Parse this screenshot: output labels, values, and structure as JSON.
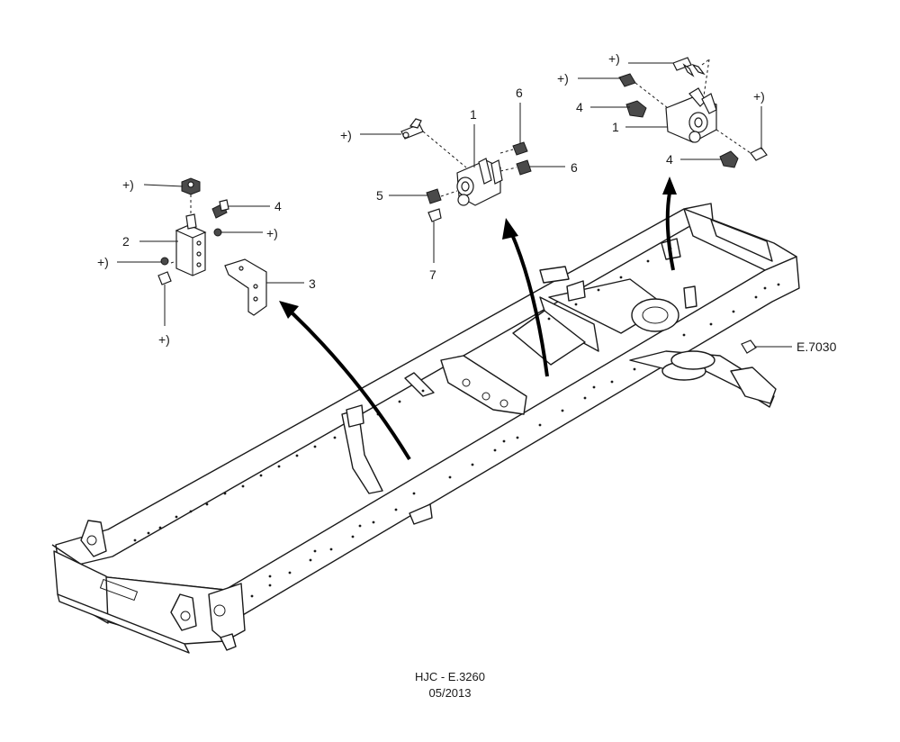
{
  "labels": {
    "c1_plus_top": "+)",
    "c1_4": "4",
    "c1_2": "2",
    "c1_plus_right": "+)",
    "c1_plus_left": "+)",
    "c1_3": "3",
    "c1_plus_bottom": "+)",
    "c2_1": "1",
    "c2_6a": "6",
    "c2_plus": "+)",
    "c2_6b": "6",
    "c2_5": "5",
    "c2_7": "7",
    "c3_plus_top": "+)",
    "c3_plus_left": "+)",
    "c3_4a": "4",
    "c3_plus_right": "+)",
    "c3_1": "1",
    "c3_4b": "4",
    "ref": "E.7030"
  },
  "footer": {
    "code": "HJC - E.3260",
    "date": "05/2013"
  }
}
